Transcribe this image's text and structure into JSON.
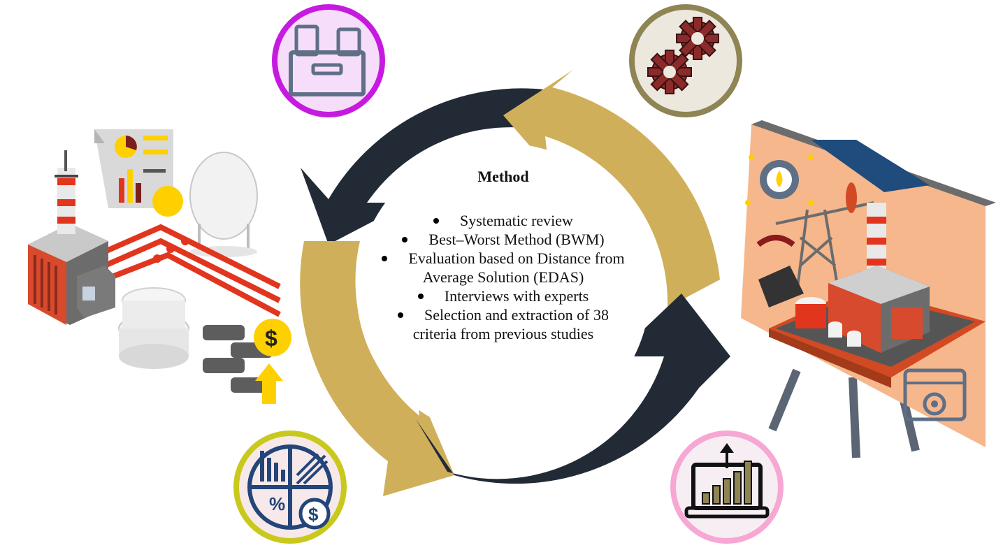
{
  "method": {
    "title": "Method",
    "items": [
      "Systematic review",
      "Best–Worst Method (BWM)",
      "Evaluation based on Distance from Average Solution (EDAS)",
      "Interviews with experts",
      "Selection and extraction of 38 criteria from previous studies"
    ]
  },
  "colors": {
    "dark_arrow": "#222a35",
    "gold_arrow": "#d0af5a",
    "purple_ring": "#c61ae0",
    "olive_ring": "#8f8454",
    "yellow_ring": "#c9c81d",
    "pink_ring": "#f7a7d4",
    "pipe_red": "#e2351e",
    "board_orange": "#f6b78c"
  },
  "icons": [
    "storage-box-icon",
    "gears-icon",
    "financial-chart-icon",
    "laptop-growth-icon",
    "refinery-illustration",
    "oil-rig-board-illustration"
  ]
}
